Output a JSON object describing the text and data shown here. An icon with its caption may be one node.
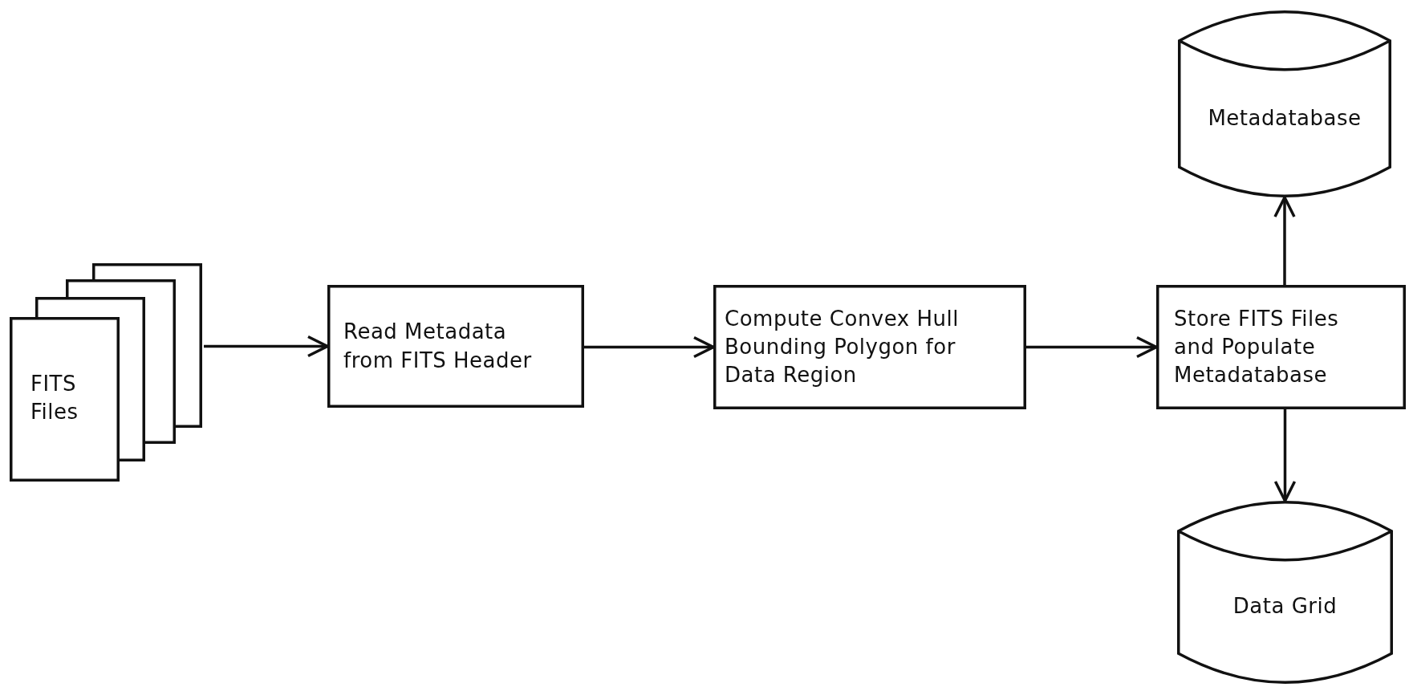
{
  "diagram": {
    "nodes": [
      {
        "text": [
          "FITS Files"
        ]
      },
      {
        "text": [
          "Read Metadata from FITS Header"
        ]
      },
      {
        "text": [
          "Compute Convex Hull Bounding Polygon for Data Region"
        ]
      },
      {
        "text": [
          "Store FITS Files and Populate Metadatabase"
        ]
      },
      {
        "text": [
          "Metadatabase"
        ]
      },
      {
        "text": [
          "Data Grid"
        ]
      }
    ],
    "edges": [
      {
        "from": 0,
        "to": 1,
        "arrow": "to"
      },
      {
        "from": 1,
        "to": 2,
        "arrow": "to"
      },
      {
        "from": 2,
        "to": 3,
        "arrow": "to"
      },
      {
        "from": 3,
        "to": 4,
        "arrow": "to"
      },
      {
        "from": 3,
        "to": 5,
        "arrow": "to"
      }
    ]
  }
}
